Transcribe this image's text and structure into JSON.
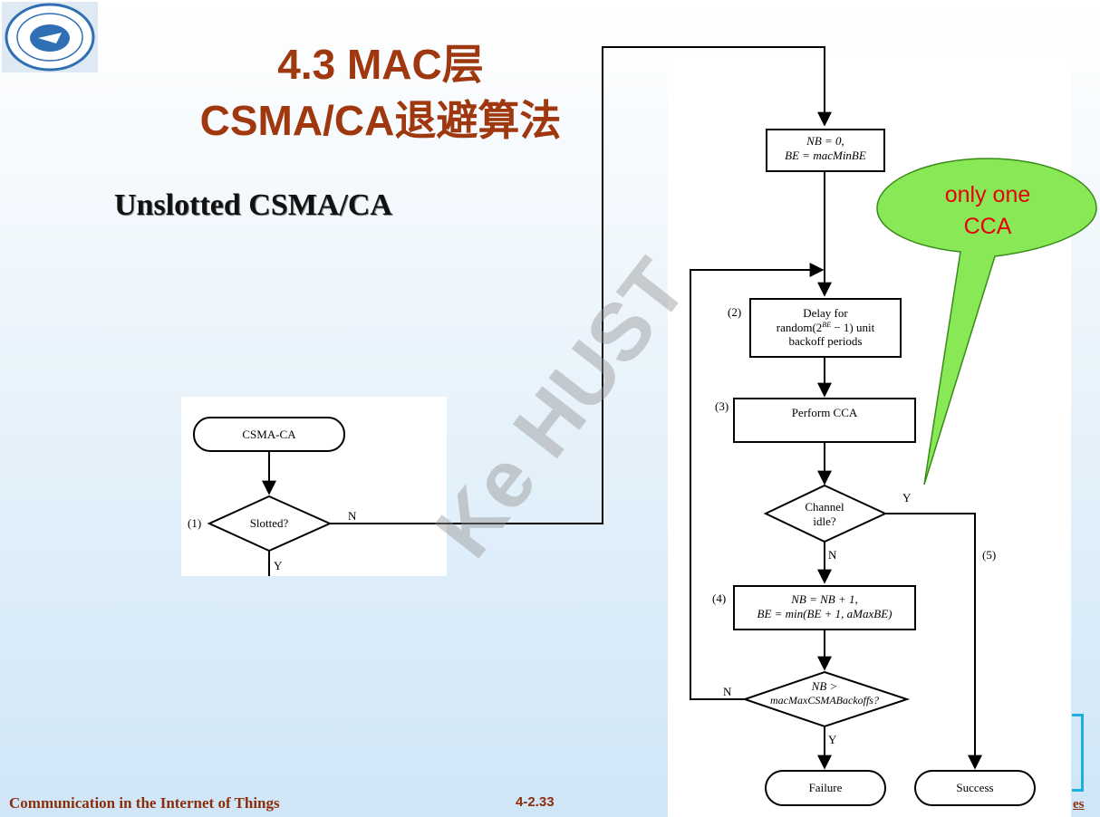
{
  "slide": {
    "title_line1": "4.3  MAC层",
    "title_line2": "CSMA/CA退避算法",
    "subtitle": "Unslotted CSMA/CA",
    "watermark": "Ke HUST",
    "footer_left": "Communication in the Internet of Things",
    "footer_page": "4-2.33",
    "footer_right_fragment": "es"
  },
  "callout": {
    "line1": "only one",
    "line2": "CCA",
    "fill": "#88e855",
    "text_color": "#e8000c"
  },
  "flow": {
    "start": "CSMA-CA",
    "step1_num": "(1)",
    "slotted": "Slotted?",
    "slotted_no": "N",
    "slotted_yes": "Y",
    "init_line1": "NB = 0,",
    "init_line2": "BE = macMinBE",
    "step2_num": "(2)",
    "delay_line1": "Delay for",
    "delay_line2a": "random(2",
    "delay_sup": "BE",
    "delay_line2b": " − 1) unit",
    "delay_line3": "backoff periods",
    "step3_num": "(3)",
    "cca": "Perform CCA",
    "idle_line1": "Channel",
    "idle_line2": "idle?",
    "idle_yes": "Y",
    "idle_no": "N",
    "step5_num": "(5)",
    "step4_num": "(4)",
    "inc_line1": "NB = NB + 1,",
    "inc_line2": "BE = min(BE + 1, aMaxBE)",
    "check_line1": "NB >",
    "check_line2": "macMaxCSMABackoffs?",
    "check_no": "N",
    "check_yes": "Y",
    "failure": "Failure",
    "success": "Success"
  }
}
